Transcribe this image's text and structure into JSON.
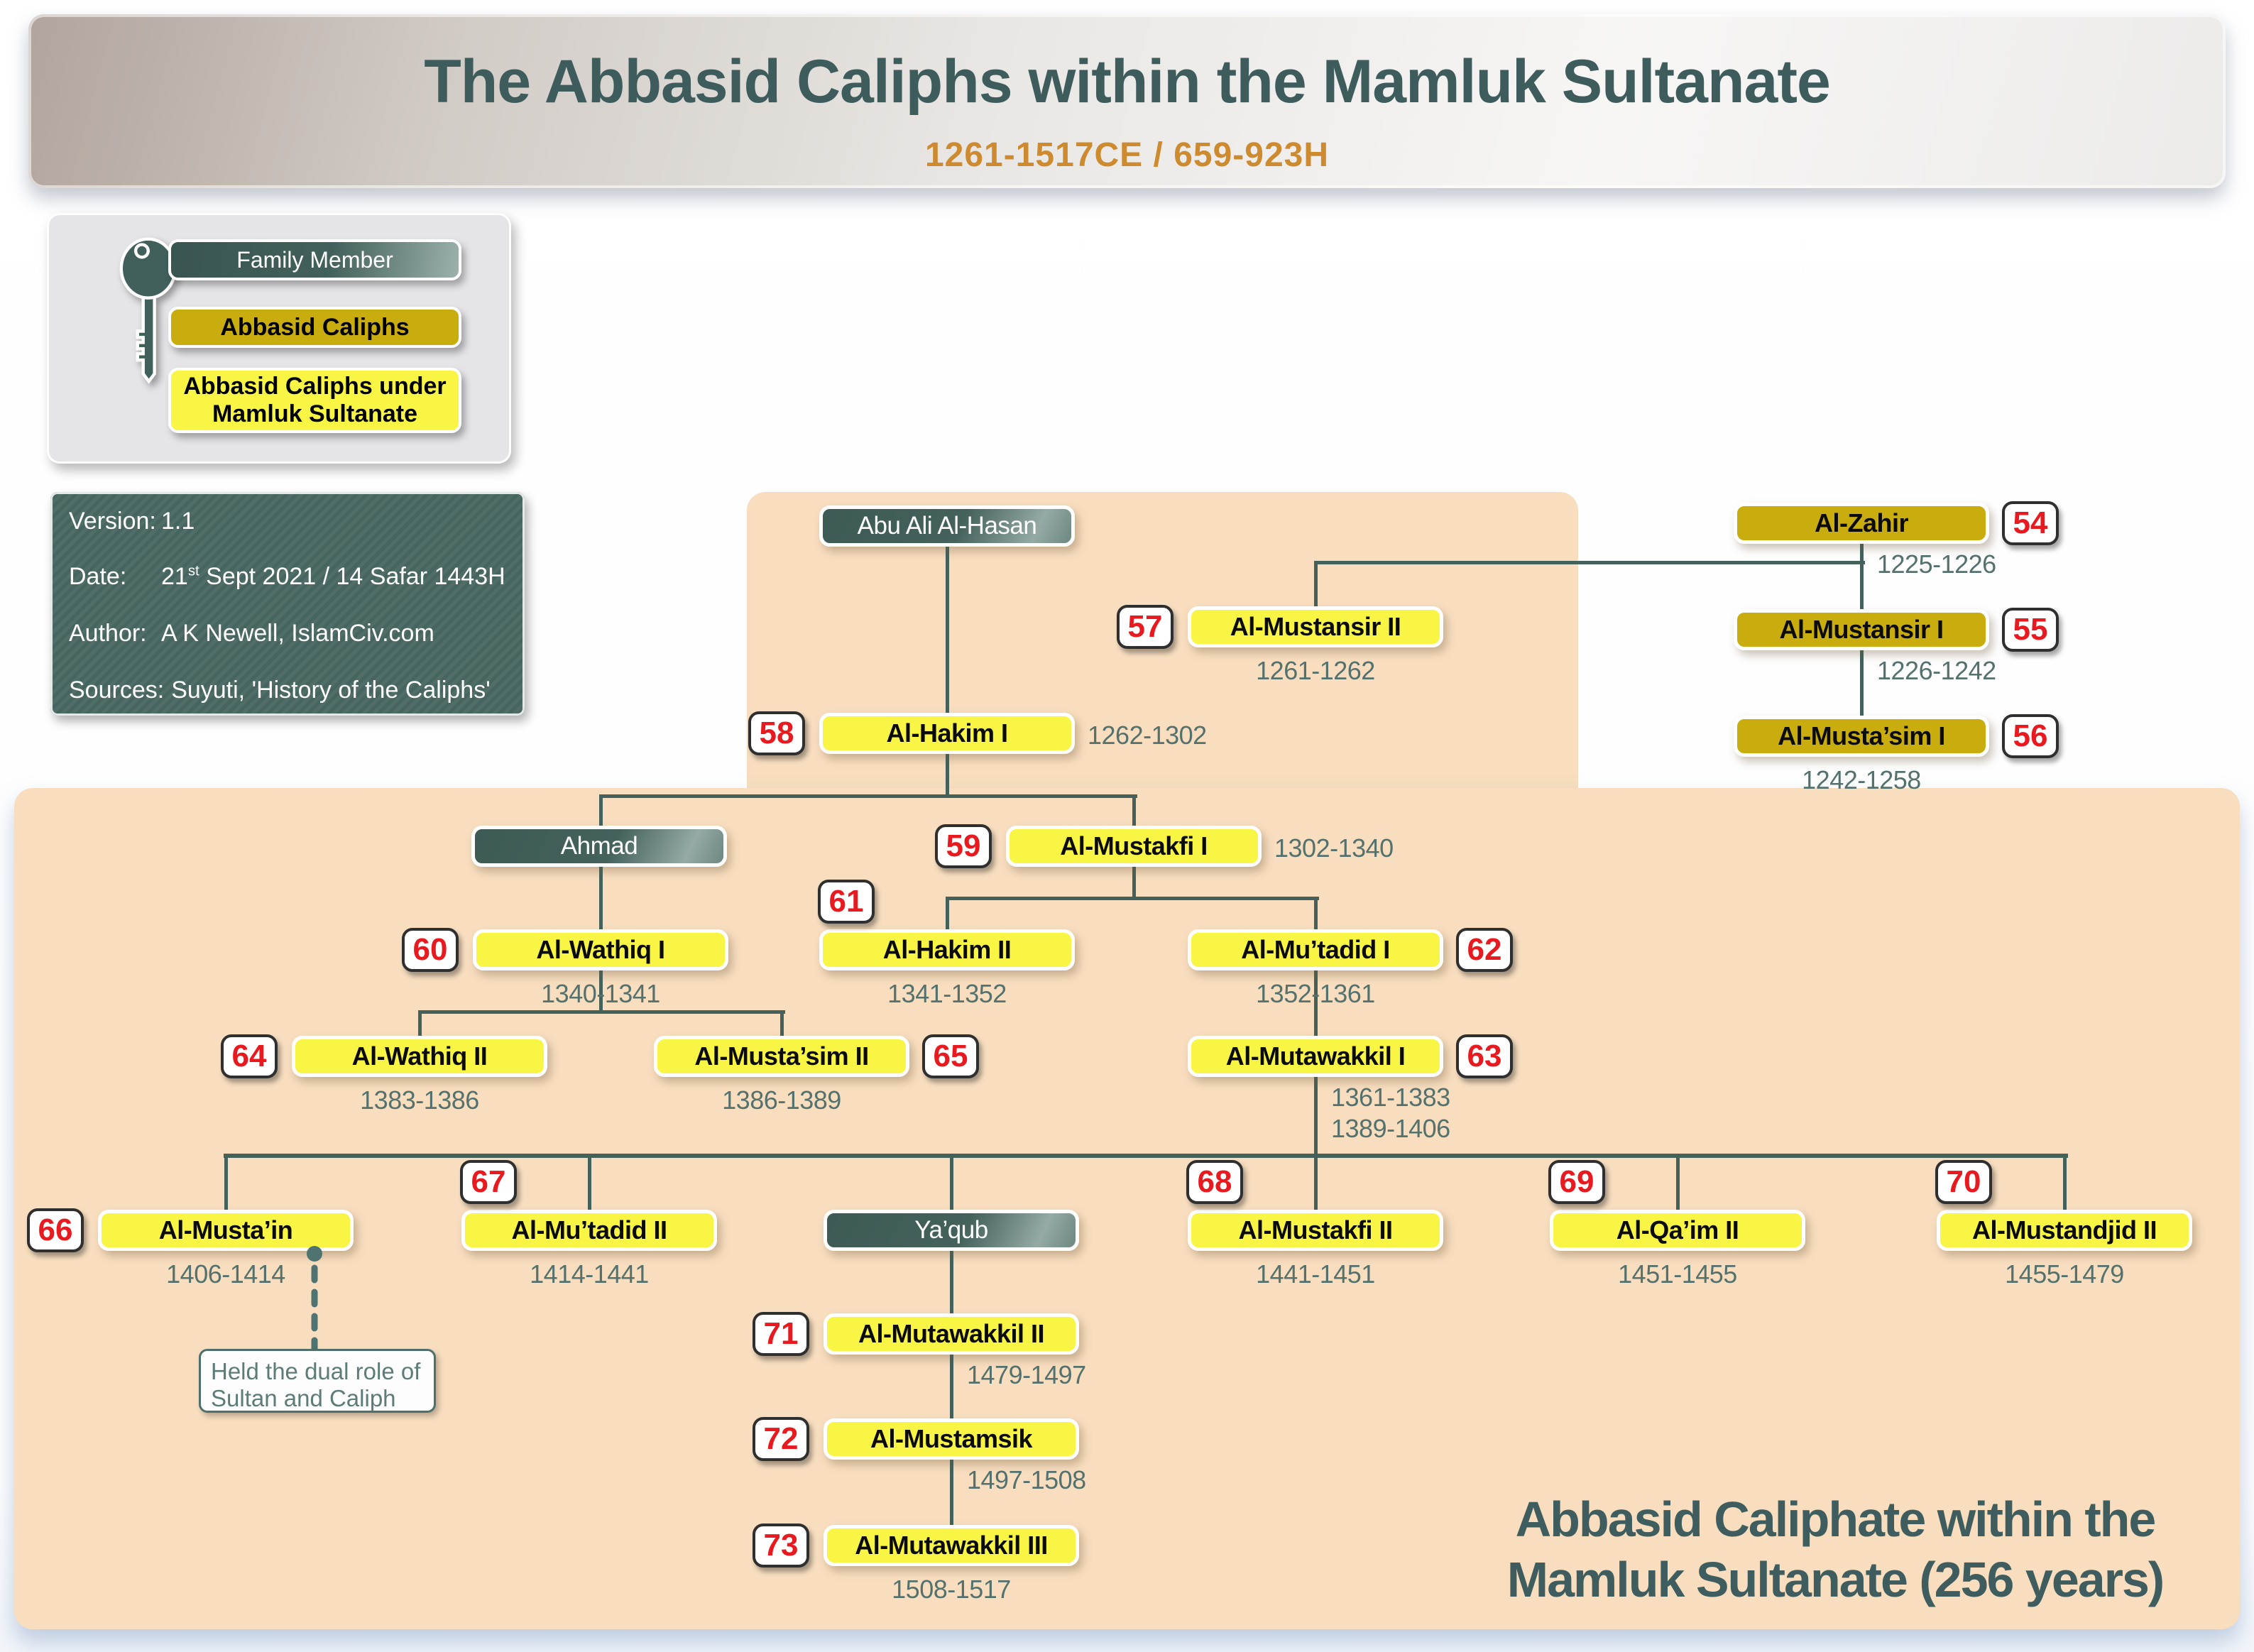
{
  "header": {
    "title": "The Abbasid Caliphs within the Mamluk Sultanate",
    "subtitle": "1261-1517CE / 659-923H"
  },
  "legend": {
    "key_icon": "key-icon",
    "items": [
      {
        "label": "Family Member",
        "type": "family"
      },
      {
        "label": "Abbasid Caliphs",
        "type": "caliph"
      },
      {
        "label": "Abbasid Caliphs under Mamluk Sultanate",
        "type": "mamluk"
      }
    ]
  },
  "info": {
    "version_label": "Version:",
    "version": "1.1",
    "date_label": "Date:",
    "date_day": "21",
    "date_ordinal": "st",
    "date_rest": " Sept 2021 / 14 Safar 1443H",
    "author_label": "Author:",
    "author": "A K Newell, IslamCiv.com",
    "sources_label": "Sources:",
    "sources": "Suyuti, 'History of the Caliphs'"
  },
  "note": {
    "text": "Held the dual role of Sultan and Caliph"
  },
  "caption": {
    "line1": "Abbasid Caliphate within the",
    "line2": "Mamluk Sultanate (256 years)"
  },
  "colors": {
    "family_member": "#44615c",
    "abbasid_caliph": "#c9ad0f",
    "mamluk_era_caliph": "#f9f544",
    "number_red": "#e81a1f",
    "connector_teal": "#44615c",
    "era_panel_peach": "#f8debf",
    "title_teal": "#3f5c5d",
    "subtitle_orange": "#ce8a2f"
  },
  "nodes": [
    {
      "id": "abu_ali",
      "label": "Abu Ali Al-Hasan",
      "type": "family"
    },
    {
      "id": "zahir",
      "label": "Al-Zahir",
      "type": "caliph",
      "number": "54",
      "dates": [
        "1225-1226"
      ]
    },
    {
      "id": "mustansir2",
      "label": "Al-Mustansir II",
      "type": "mamluk",
      "number": "57",
      "dates": [
        "1261-1262"
      ]
    },
    {
      "id": "mustansir1",
      "label": "Al-Mustansir I",
      "type": "caliph",
      "number": "55",
      "dates": [
        "1226-1242"
      ]
    },
    {
      "id": "hakim1",
      "label": "Al-Hakim I",
      "type": "mamluk",
      "number": "58",
      "dates": [
        "1262-1302"
      ]
    },
    {
      "id": "mustasim1",
      "label": "Al-Musta’sim I",
      "type": "caliph",
      "number": "56",
      "dates": [
        "1242-1258"
      ]
    },
    {
      "id": "ahmad",
      "label": "Ahmad",
      "type": "family"
    },
    {
      "id": "mustakfi1",
      "label": "Al-Mustakfi I",
      "type": "mamluk",
      "number": "59",
      "dates": [
        "1302-1340"
      ]
    },
    {
      "id": "wathiq1",
      "label": "Al-Wathiq I",
      "type": "mamluk",
      "number": "60",
      "dates": [
        "1340-1341"
      ]
    },
    {
      "id": "hakim2",
      "label": "Al-Hakim II",
      "type": "mamluk",
      "number": "61",
      "dates": [
        "1341-1352"
      ]
    },
    {
      "id": "mutadid1",
      "label": "Al-Mu’tadid I",
      "type": "mamluk",
      "number": "62",
      "dates": [
        "1352-1361"
      ]
    },
    {
      "id": "wathiq2",
      "label": "Al-Wathiq II",
      "type": "mamluk",
      "number": "64",
      "dates": [
        "1383-1386"
      ]
    },
    {
      "id": "mustasim2",
      "label": "Al-Musta’sim II",
      "type": "mamluk",
      "number": "65",
      "dates": [
        "1386-1389"
      ]
    },
    {
      "id": "mutawakkil1",
      "label": "Al-Mutawakkil I",
      "type": "mamluk",
      "number": "63",
      "dates": [
        "1361-1383",
        "1389-1406"
      ]
    },
    {
      "id": "mustain",
      "label": "Al-Musta’in",
      "type": "mamluk",
      "number": "66",
      "dates": [
        "1406-1414"
      ],
      "note_link": true
    },
    {
      "id": "mutadid2",
      "label": "Al-Mu’tadid II",
      "type": "mamluk",
      "number": "67",
      "dates": [
        "1414-1441"
      ]
    },
    {
      "id": "yaqub",
      "label": "Ya’qub",
      "type": "family"
    },
    {
      "id": "mustakfi2",
      "label": "Al-Mustakfi II",
      "type": "mamluk",
      "number": "68",
      "dates": [
        "1441-1451"
      ]
    },
    {
      "id": "qaim2",
      "label": "Al-Qa’im II",
      "type": "mamluk",
      "number": "69",
      "dates": [
        "1451-1455"
      ]
    },
    {
      "id": "mustandjid2",
      "label": "Al-Mustandjid II",
      "type": "mamluk",
      "number": "70",
      "dates": [
        "1455-1479"
      ]
    },
    {
      "id": "mutawakkil2",
      "label": "Al-Mutawakkil II",
      "type": "mamluk",
      "number": "71",
      "dates": [
        "1479-1497"
      ]
    },
    {
      "id": "mustamsik",
      "label": "Al-Mustamsik",
      "type": "mamluk",
      "number": "72",
      "dates": [
        "1497-1508"
      ]
    },
    {
      "id": "mutawakkil3",
      "label": "Al-Mutawakkil III",
      "type": "mamluk",
      "number": "73",
      "dates": [
        "1508-1517"
      ]
    }
  ]
}
